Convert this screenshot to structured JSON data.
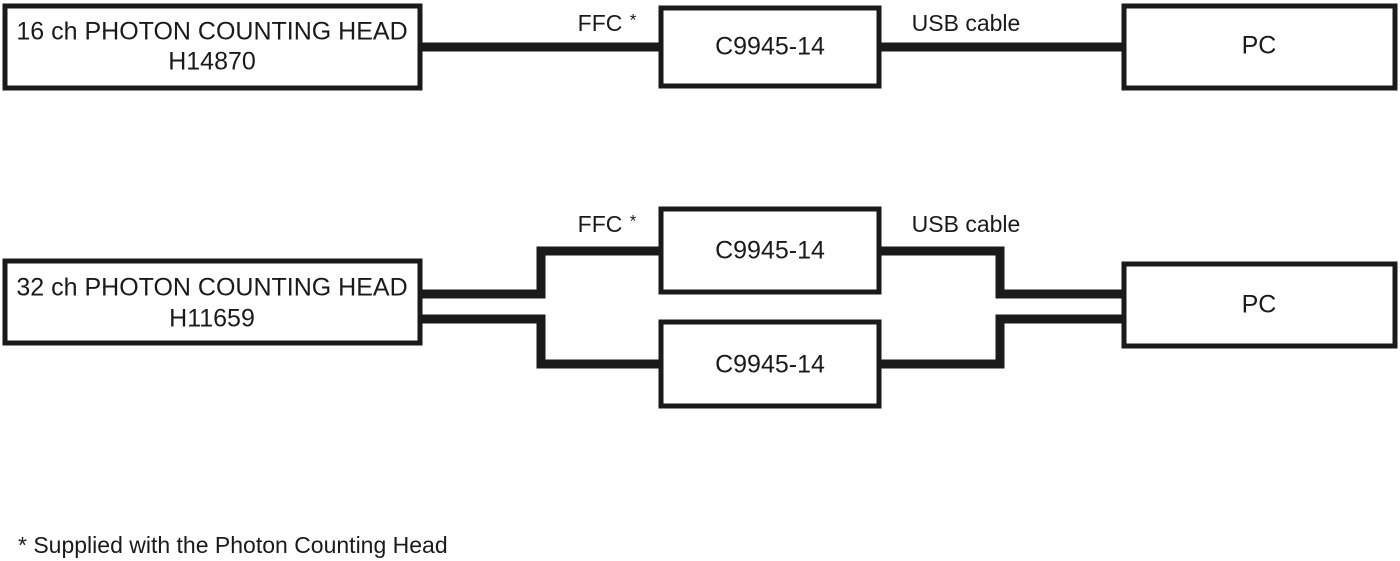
{
  "diagram": {
    "type": "block-diagram",
    "title_visible": false,
    "colors": {
      "background": "#ffffff",
      "stroke": "#1a1a1a",
      "box_fill": "#ffffff"
    },
    "rows": [
      {
        "id": "row-16ch",
        "nodes": [
          {
            "id": "head-16ch",
            "name": "photon-counting-head-16ch",
            "line1": "16 ch PHOTON COUNTING HEAD",
            "line2": "H14870"
          },
          {
            "id": "controller-16ch",
            "name": "controller-c9945-14",
            "line1": "C9945-14"
          },
          {
            "id": "pc-16ch",
            "name": "pc",
            "line1": "PC"
          }
        ],
        "edges": [
          {
            "id": "edge-ffc-16ch",
            "label": "FFC",
            "marker": "*"
          },
          {
            "id": "edge-usb-16ch",
            "label": "USB cable",
            "marker": ""
          }
        ]
      },
      {
        "id": "row-32ch",
        "nodes": [
          {
            "id": "head-32ch",
            "name": "photon-counting-head-32ch",
            "line1": "32 ch PHOTON COUNTING HEAD",
            "line2": "H11659"
          },
          {
            "id": "controller-32ch-upper",
            "name": "controller-c9945-14-upper",
            "line1": "C9945-14"
          },
          {
            "id": "controller-32ch-lower",
            "name": "controller-c9945-14-lower",
            "line1": "C9945-14"
          },
          {
            "id": "pc-32ch",
            "name": "pc",
            "line1": "PC"
          }
        ],
        "edges": [
          {
            "id": "edge-ffc-32ch",
            "label": "FFC",
            "marker": "*"
          },
          {
            "id": "edge-usb-32ch",
            "label": "USB cable",
            "marker": ""
          }
        ]
      }
    ],
    "footnote": "* Supplied with the Photon Counting Head"
  }
}
